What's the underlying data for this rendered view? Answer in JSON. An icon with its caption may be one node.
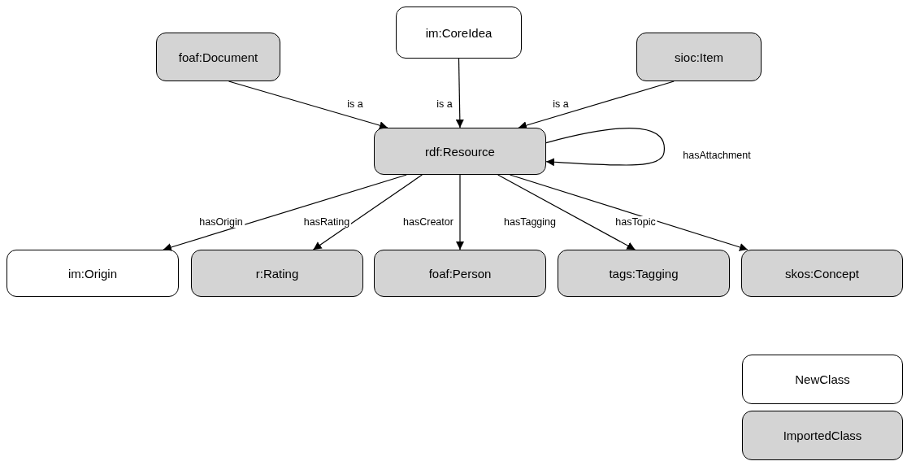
{
  "diagram": {
    "nodes": [
      {
        "text": [
          "im:CoreIdea"
        ]
      },
      {
        "text": [
          "foaf:Document"
        ]
      },
      {
        "text": [
          "sioc:Item"
        ]
      },
      {
        "text": [
          "rdf:Resource"
        ]
      },
      {
        "text": [
          "im:Origin"
        ]
      },
      {
        "text": [
          "r:Rating"
        ]
      },
      {
        "text": [
          "foaf:Person"
        ]
      },
      {
        "text": [
          "tags:Tagging"
        ]
      },
      {
        "text": [
          "skos:Concept"
        ]
      }
    ],
    "edges": [
      {
        "from": 1,
        "to": 3,
        "arrow": "to",
        "label": "is a"
      },
      {
        "from": 0,
        "to": 3,
        "arrow": "to",
        "label": "is a"
      },
      {
        "from": 2,
        "to": 3,
        "arrow": "to",
        "label": "is a"
      },
      {
        "from": 3,
        "to": 3,
        "arrow": "to",
        "label": "hasAttachment"
      },
      {
        "from": 3,
        "to": 4,
        "arrow": "to",
        "label": "hasOrigin"
      },
      {
        "from": 3,
        "to": 5,
        "arrow": "to",
        "label": "hasRating"
      },
      {
        "from": 3,
        "to": 6,
        "arrow": "to",
        "label": "hasCreator"
      },
      {
        "from": 3,
        "to": 7,
        "arrow": "to",
        "label": "hasTagging"
      },
      {
        "from": 3,
        "to": 8,
        "arrow": "to",
        "label": "hasTopic"
      }
    ],
    "legend": [
      {
        "text": "NewClass",
        "color": "#ffffff"
      },
      {
        "text": "ImportedClass",
        "color": "#d4d4d4"
      }
    ]
  }
}
